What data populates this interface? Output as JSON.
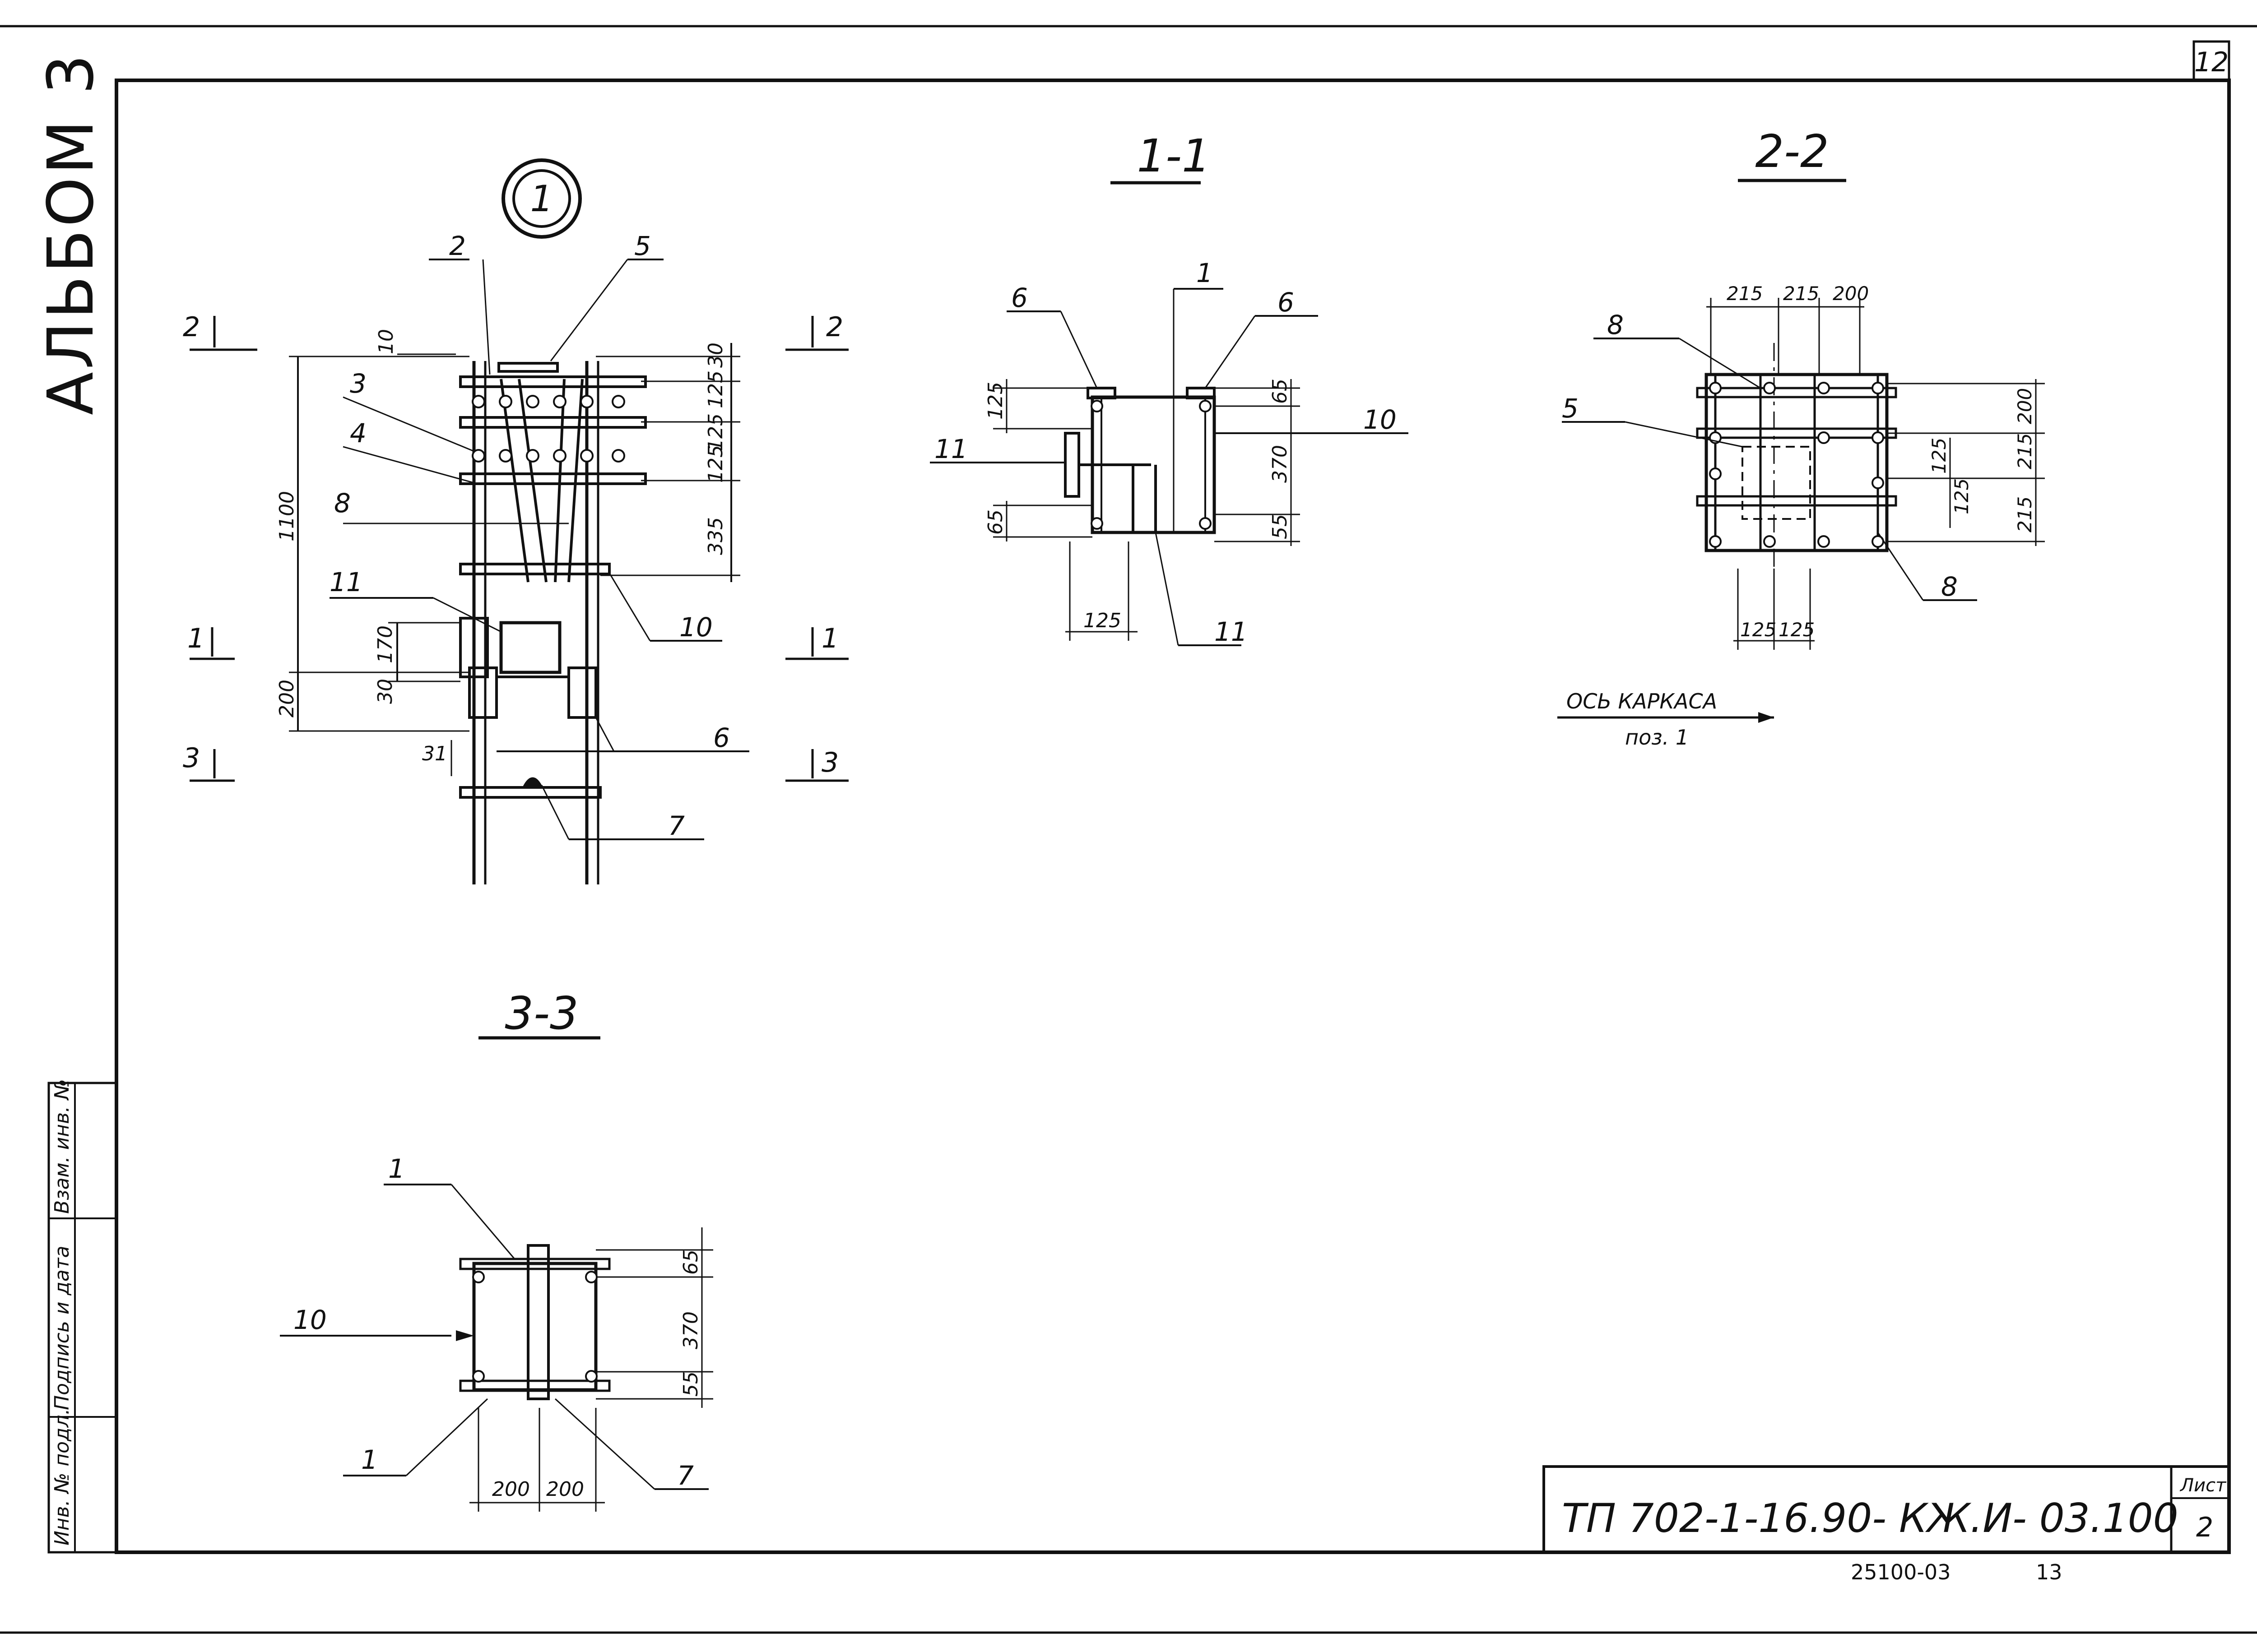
{
  "album": {
    "text": "АЛЬБОМ 3"
  },
  "sheet_page": "12",
  "detail_marker": "1",
  "sections": {
    "s11": "1-1",
    "s22": "2-2",
    "s33": "3-3"
  },
  "section_marks": {
    "cut1": "1",
    "cut2": "2",
    "cut3": "3"
  },
  "detail1": {
    "leaders": [
      "2",
      "5",
      "3",
      "4",
      "8",
      "11",
      "10",
      "6",
      "7"
    ],
    "dims_top": [
      "10",
      "30",
      "125",
      "125",
      "125",
      "335"
    ],
    "dims_left": [
      "1100",
      "170",
      "200",
      "30",
      "31"
    ]
  },
  "section11": {
    "leaders": [
      "6",
      "1",
      "6",
      "11",
      "10",
      "11"
    ],
    "dims": [
      "125",
      "65",
      "65",
      "370",
      "55",
      "125"
    ]
  },
  "section22": {
    "dims_top": [
      "215",
      "215",
      "200"
    ],
    "leaders": [
      "8",
      "5",
      "8"
    ],
    "dims_right": [
      "200",
      "215",
      "125",
      "125",
      "215"
    ],
    "dims_bottom": [
      "125",
      "125"
    ],
    "axis_label": "ОСЬ КАРКАСА",
    "axis_pos": "поз. 1"
  },
  "section33": {
    "leaders": [
      "1",
      "10",
      "1",
      "7"
    ],
    "dims_right": [
      "65",
      "370",
      "55"
    ],
    "dims_bottom": [
      "200",
      "200"
    ]
  },
  "stamp": {
    "inv_orig": "Инв. № подл.",
    "sign_date": "Подпись и дата",
    "replace_inv": "Взам. инв. №"
  },
  "title_block": {
    "code": "ТП 702-1-16.90- КЖ.И- 03.100",
    "sheet_label": "Лист",
    "sheet_number": "2"
  },
  "footer_number": "25100-03",
  "footer_copy": "13"
}
